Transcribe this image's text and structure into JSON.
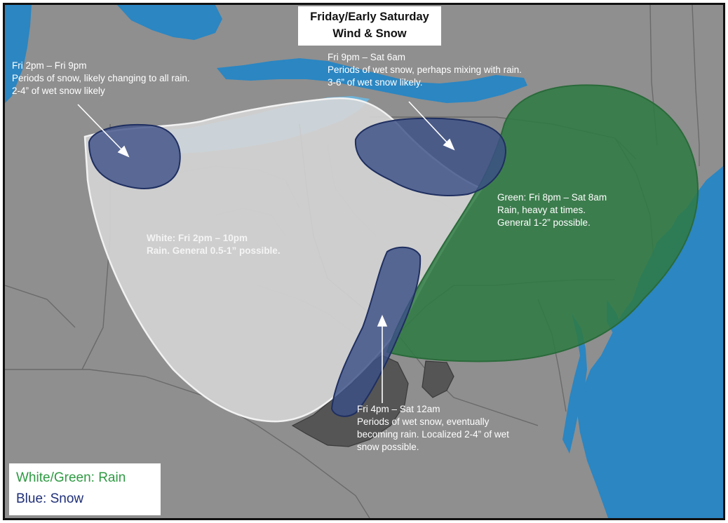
{
  "title": {
    "line1": "Friday/Early Saturday",
    "line2": "Wind & Snow"
  },
  "annotations": {
    "west_snow": {
      "time": "Fri 2pm – Fri 9pm",
      "line1": "Periods of snow, likely changing to all rain.",
      "line2": "2-4” of wet snow likely"
    },
    "north_snow": {
      "time": "Fri 9pm – Sat 6am",
      "line1": "Periods of wet snow, perhaps mixing with rain.",
      "line2": "3-6”  of  wet snow likely."
    },
    "green_rain": {
      "time": "Green: Fri 8pm – Sat 8am",
      "line1": "Rain, heavy at times.",
      "line2": "General 1-2” possible."
    },
    "white_rain": {
      "time": "White: Fri 2pm – 10pm",
      "line1": "Rain. General 0.5-1” possible."
    },
    "ridge_snow": {
      "time": "Fri 4pm – Sat 12am",
      "line1": "Periods of wet snow,  eventually",
      "line2": "becoming rain. Localized 2-4” of wet",
      "line3": "snow possible."
    }
  },
  "legend": {
    "rain": "White/Green: Rain",
    "snow": "Blue: Snow"
  },
  "colors": {
    "land": "#8f8f8f",
    "water": "#2b86c2",
    "rain_white": "#d7d7d7",
    "rain_green": "#2f7a42",
    "snow_blue": "#3c4f86",
    "legend_rain": "#2e9a42",
    "legend_snow": "#1f2f78"
  }
}
